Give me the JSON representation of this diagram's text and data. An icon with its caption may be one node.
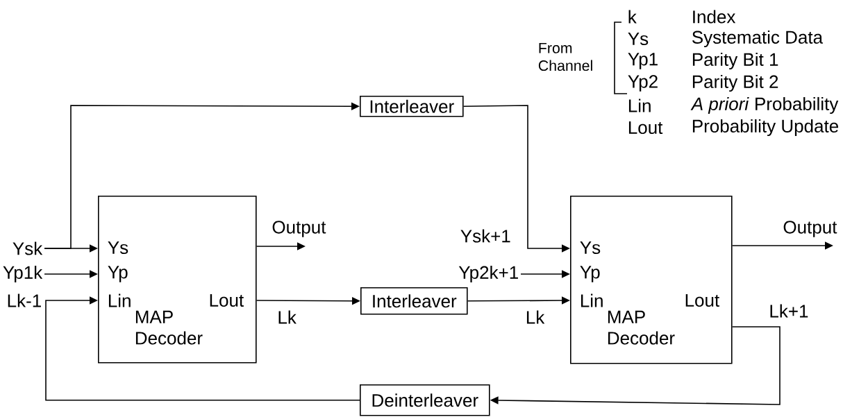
{
  "diagram": {
    "nodes": [
      {
        "text": [
          "Interleaver"
        ]
      },
      {
        "text": [
          "Ysk"
        ]
      },
      {
        "text": [
          "Yp1k"
        ]
      },
      {
        "text": [
          "Ys",
          "Yp",
          "Lin",
          "Lout",
          "MAP Decoder"
        ]
      },
      {
        "text": [
          "Interleaver"
        ]
      },
      {
        "text": [
          "Yp2k+1"
        ]
      },
      {
        "text": [
          "Ys",
          "Yp",
          "Lin",
          "Lout",
          "MAP Decoder"
        ]
      },
      {
        "text": [
          "Deinterleaver"
        ]
      }
    ],
    "edges": [
      {
        "from": 1,
        "to": 3,
        "arrow": "to"
      },
      {
        "from": 1,
        "to": 0,
        "arrow": "to"
      },
      {
        "from": 0,
        "to": 6,
        "arrow": "to",
        "label": "Ysk+1"
      },
      {
        "from": 2,
        "to": 3,
        "arrow": "to"
      },
      {
        "from": 7,
        "to": 3,
        "arrow": "to",
        "label": "Lk-1"
      },
      {
        "from": 3,
        "to": 4,
        "arrow": "to",
        "label": "Lk"
      },
      {
        "from": 4,
        "to": 6,
        "arrow": "to",
        "label": "Lk"
      },
      {
        "from": 5,
        "to": 6,
        "arrow": "to"
      },
      {
        "from": 6,
        "to": 7,
        "arrow": "to",
        "label": "Lk+1"
      },
      {
        "from": 3,
        "to": null,
        "arrow": "to",
        "label": "Output"
      },
      {
        "from": 6,
        "to": null,
        "arrow": "to",
        "label": "Output"
      }
    ],
    "labels": [
      "From Channel",
      "k",
      "Index",
      "Ys",
      "Systematic Data",
      "Yp1",
      "Parity Bit 1",
      "Yp2",
      "Parity Bit 2",
      "Lin",
      "*A priori* Probability",
      "Lout",
      "Probability Update"
    ]
  }
}
